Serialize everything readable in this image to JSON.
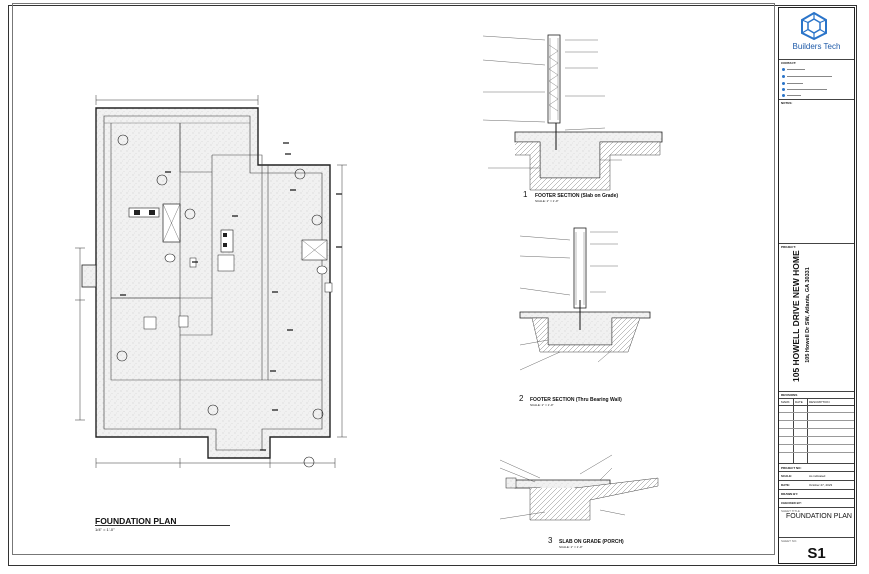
{
  "title_block": {
    "logo_text": "Builders Tech",
    "contact_header": "CONTACT:",
    "notes_header": "NOTES:",
    "project_header": "PROJECT:",
    "project_name": "105 HOWELL DRIVE NEW HOME",
    "project_address": "105 Howell Dr SW, Atlanta, GA 30331",
    "revisions_header": "REVISIONS",
    "revision_columns": [
      "MARK",
      "DATE",
      "DESCRIPTION"
    ],
    "project_no_label": "PROJECT NO:",
    "scale_label": "SCALE:",
    "scale_value": "As indicated",
    "date_label": "DATE:",
    "date_value": "October 27, 2023",
    "drawn_by_label": "DRAWN BY:",
    "checked_by_label": "CHECKED BY:",
    "sheet_title_small": "SHEET TITLE",
    "sheet_title": "FOUNDATION PLAN",
    "sheet_number_small": "SHEET NO.",
    "sheet_number": "S1"
  },
  "plan": {
    "title": "FOUNDATION PLAN",
    "scale": "1/4\" = 1'-0\""
  },
  "details": [
    {
      "number": "1",
      "title": "FOOTER SECTION (Slab on Grade)",
      "scale": "SCALE: 1\" = 1'-0\""
    },
    {
      "number": "2",
      "title": "FOOTER SECTION (Thru Bearing Wall)",
      "scale": "SCALE: 1\" = 1'-0\""
    },
    {
      "number": "3",
      "title": "SLAB ON GRADE (PORCH)",
      "scale": "SCALE: 1\" = 1'-0\""
    }
  ],
  "colors": {
    "line": "#222222",
    "fill": "#efefef",
    "logo_blue": "#2a74c9",
    "logo_text": "#1e5aa8"
  }
}
